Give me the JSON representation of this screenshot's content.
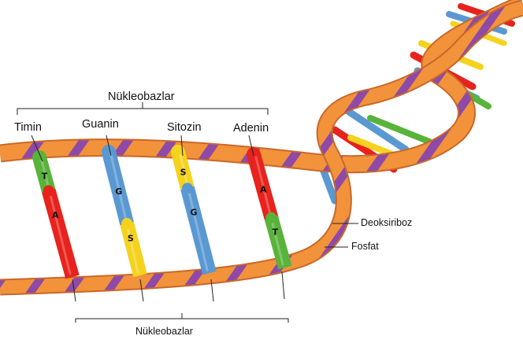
{
  "labels": {
    "top_group": "Nükleobazlar",
    "bottom_group": "Nükleobazlar",
    "timin": "Timin",
    "guanin": "Guanin",
    "sitozin": "Sitozin",
    "adenin": "Adenin",
    "deoksiriboz": "Deoksiriboz",
    "fosfat": "Fosfat"
  },
  "pairs": [
    {
      "upper": "T",
      "lower": "A",
      "upper_color": "#58b33a",
      "lower_color": "#e8221c"
    },
    {
      "upper": "G",
      "lower": "S",
      "upper_color": "#5a98d2",
      "lower_color": "#f5d21e"
    },
    {
      "upper": "S",
      "lower": "G",
      "upper_color": "#f5d21e",
      "lower_color": "#5a98d2"
    },
    {
      "upper": "A",
      "lower": "T",
      "upper_color": "#e8221c",
      "lower_color": "#58b33a"
    }
  ],
  "colors": {
    "backbone": "#f2923a",
    "backbone_edge": "#c9682a",
    "phosphate": "#8e4aa6",
    "adenine": "#e8221c",
    "thymine": "#58b33a",
    "guanine": "#5a98d2",
    "cytosine": "#f5d21e"
  }
}
